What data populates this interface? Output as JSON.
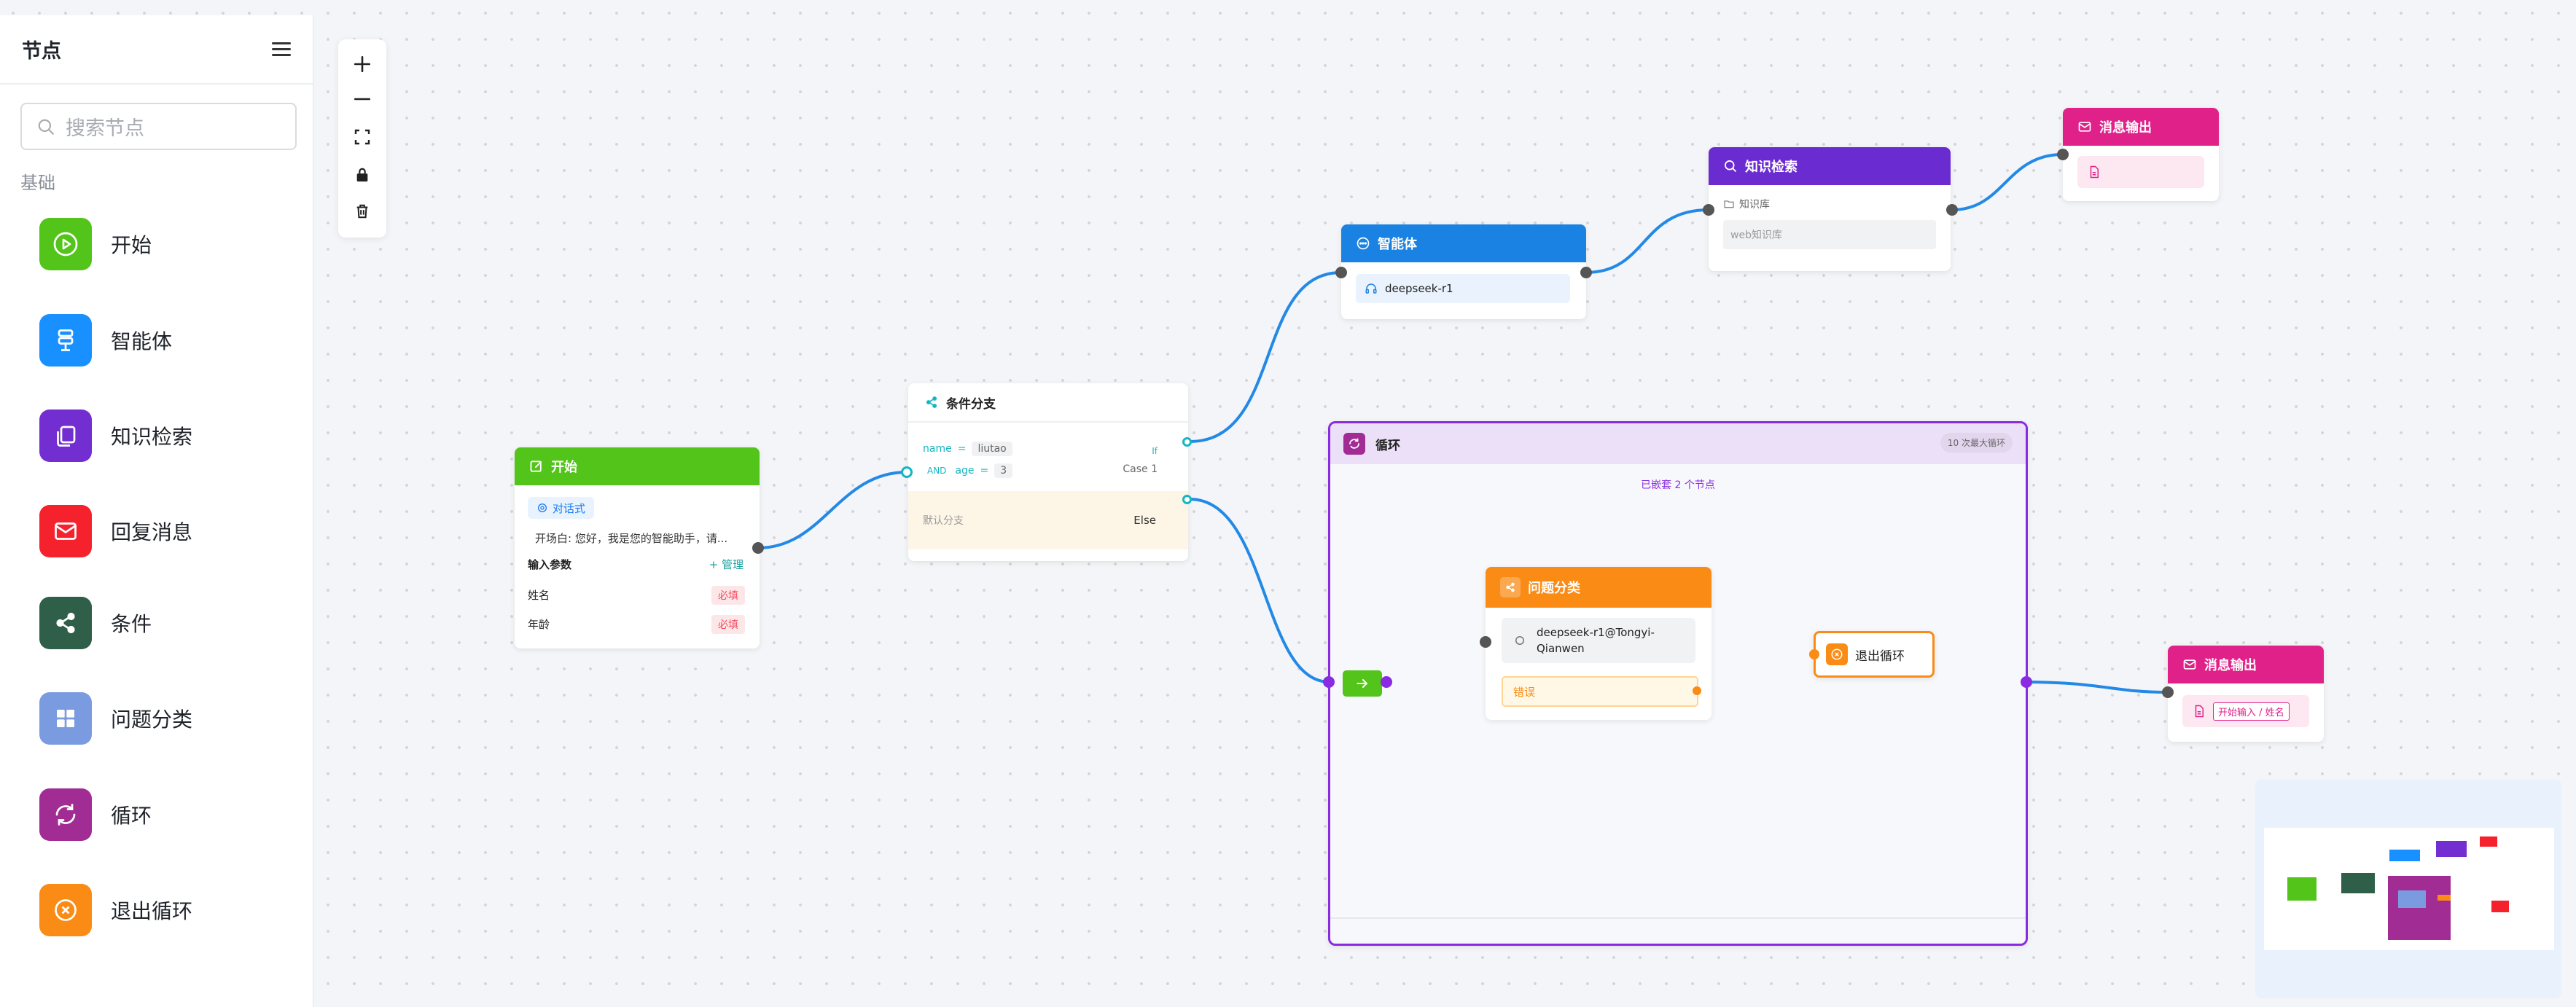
{
  "sidebar": {
    "title": "节点",
    "menu_icon": "menu-icon",
    "search_placeholder": "搜索节点",
    "section": "基础",
    "items": [
      {
        "label": "开始",
        "icon": "play-icon",
        "color": "#52c41a"
      },
      {
        "label": "智能体",
        "icon": "agent-icon",
        "color": "#1890ff"
      },
      {
        "label": "知识检索",
        "icon": "copy-icon",
        "color": "#722ed1"
      },
      {
        "label": "回复消息",
        "icon": "mail-icon",
        "color": "#f5222d"
      },
      {
        "label": "条件",
        "icon": "share-icon",
        "color": "#2f5f48"
      },
      {
        "label": "问题分类",
        "icon": "grid-icon",
        "color": "#7b9be0"
      },
      {
        "label": "循环",
        "icon": "refresh-icon",
        "color": "#a12c93"
      },
      {
        "label": "退出循环",
        "icon": "close-circle-icon",
        "color": "#fa8c16"
      }
    ]
  },
  "toolbar": [
    "zoom-in-icon",
    "zoom-out-icon",
    "fit-view-icon",
    "lock-icon",
    "trash-icon"
  ],
  "nodes": {
    "start": {
      "title": "开始",
      "color": "#52c41a",
      "mode_tag": "对话式",
      "opening": "开场白: 您好，我是您的智能助手，请...",
      "params_label": "输入参数",
      "manage": "+ 管理",
      "params": [
        {
          "name": "姓名",
          "tag": "必填"
        },
        {
          "name": "年龄",
          "tag": "必填"
        }
      ]
    },
    "condition": {
      "title": "条件分支",
      "c1_field": "name",
      "c1_op": "=",
      "c1_value": "liutao",
      "c2_join": "AND",
      "c2_field": "age",
      "c2_op": "=",
      "c2_value": "3",
      "if_label": "If",
      "case_label": "Case 1",
      "default_label": "默认分支",
      "else_label": "Else"
    },
    "agent": {
      "title": "智能体",
      "color": "#1a82e2",
      "model": "deepseek-r1"
    },
    "knowledge": {
      "title": "知识检索",
      "color": "#6a2bd0",
      "lib_label": "知识库",
      "lib_value": "web知识库"
    },
    "msg_top": {
      "title": "消息输出",
      "color": "#e0218a"
    },
    "loop": {
      "title": "循环",
      "badge": "10 次最大循环",
      "nested": "已嵌套 2 个节点"
    },
    "classify": {
      "title": "问题分类",
      "color": "#fa8c16",
      "model": "deepseek-r1@Tongyi-Qianwen",
      "error": "错误"
    },
    "exit": {
      "title": "退出循环"
    },
    "msg_bottom": {
      "title": "消息输出",
      "color": "#e0218a",
      "vars": "开始输入 / 姓名"
    }
  }
}
